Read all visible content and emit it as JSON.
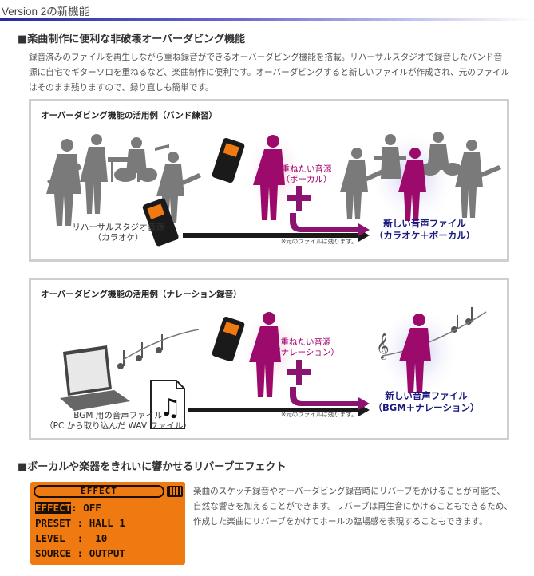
{
  "header": {
    "title": "Version 2の新機能"
  },
  "section1": {
    "title": "■楽曲制作に便利な非破壊オーバーダビング機能",
    "lines": [
      "録音済みのファイルを再生しながら重ね録音ができるオーバーダビング機能を搭載。リハーサルスタジオで録音したバンド音",
      "源に自宅でギターソロを重ねるなど、楽曲制作に便利です。オーバーダビングすると新しいファイルが作成され、元のファイル",
      "はそのまま残りますので、録り直しも簡単です。"
    ]
  },
  "example1": {
    "title": "オーバーダビング機能の活用例（バンド練習）",
    "source_line1": "リハーサルスタジオ音源",
    "source_line2": "（カラオケ）",
    "overdub_line1": "重ねたい音源",
    "overdub_line2": "（ボーカル）",
    "result_line1": "新しい音声ファイル",
    "result_line2": "（カラオケ＋ボーカル）",
    "note": "※元のファイルは残ります。"
  },
  "example2": {
    "title": "オーバーダビング機能の活用例（ナレーション録音）",
    "source_line1": "BGM 用の音声ファイル",
    "source_line2": "（PC から取り込んだ WAV ファイル）",
    "overdub_line1": "重ねたい音源",
    "overdub_line2": "（ナレーション）",
    "result_line1": "新しい音声ファイル",
    "result_line2": "（BGM＋ナレーション）",
    "note": "※元のファイルは残ります。"
  },
  "section2": {
    "title": "■ボーカルや楽器をきれいに響かせるリバーブエフェクト",
    "lines": [
      "楽曲のスケッチ録音やオーバーダビング録音時にリバーブをかけることが可能で、",
      "自然な響きを加えることができます。リバーブは再生音にかけることもできるため、",
      "作成した楽曲にリバーブをかけてホールの臨場感を表現することもできます。"
    ]
  },
  "lcd": {
    "title": "EFFECT",
    "rows": [
      {
        "label": "EFFECT",
        "value": "OFF"
      },
      {
        "label": "PRESET",
        "value": "HALL 1"
      },
      {
        "label": "LEVEL",
        "value": "10"
      },
      {
        "label": "SOURCE",
        "value": "OUTPUT"
      }
    ]
  },
  "colors": {
    "accent_pink": "#9c0a6c",
    "lcd_orange": "#f07a12",
    "arrow_purple": "#8a1470",
    "navy": "#1a1a80"
  }
}
